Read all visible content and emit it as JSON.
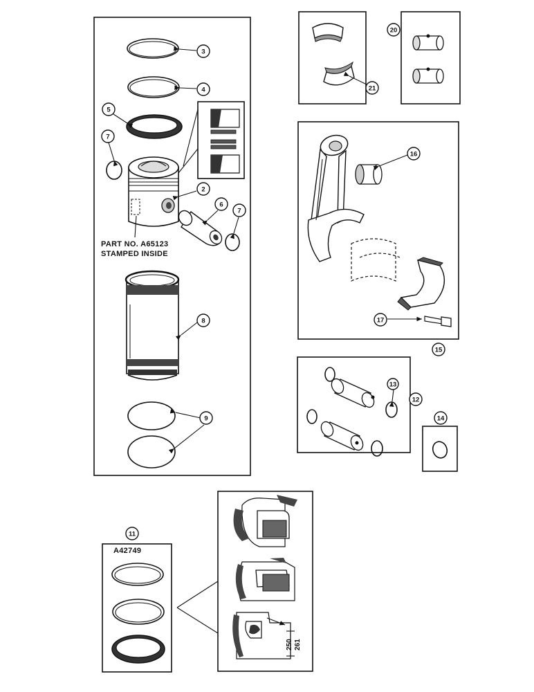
{
  "callouts": {
    "c2": "2",
    "c3": "3",
    "c4": "4",
    "c5": "5",
    "c6": "6",
    "c7a": "7",
    "c7b": "7",
    "c8": "8",
    "c9": "9",
    "c11": "11",
    "c12": "12",
    "c13": "13",
    "c14": "14",
    "c15": "15",
    "c16": "16",
    "c17": "17",
    "c20": "20",
    "c21": "21"
  },
  "notes": {
    "part_no_line1": "PART NO. A65123",
    "part_no_line2": "STAMPED INSIDE",
    "ring_set_part": "A42749",
    "dim_250": "250",
    "dim_261": "261"
  }
}
